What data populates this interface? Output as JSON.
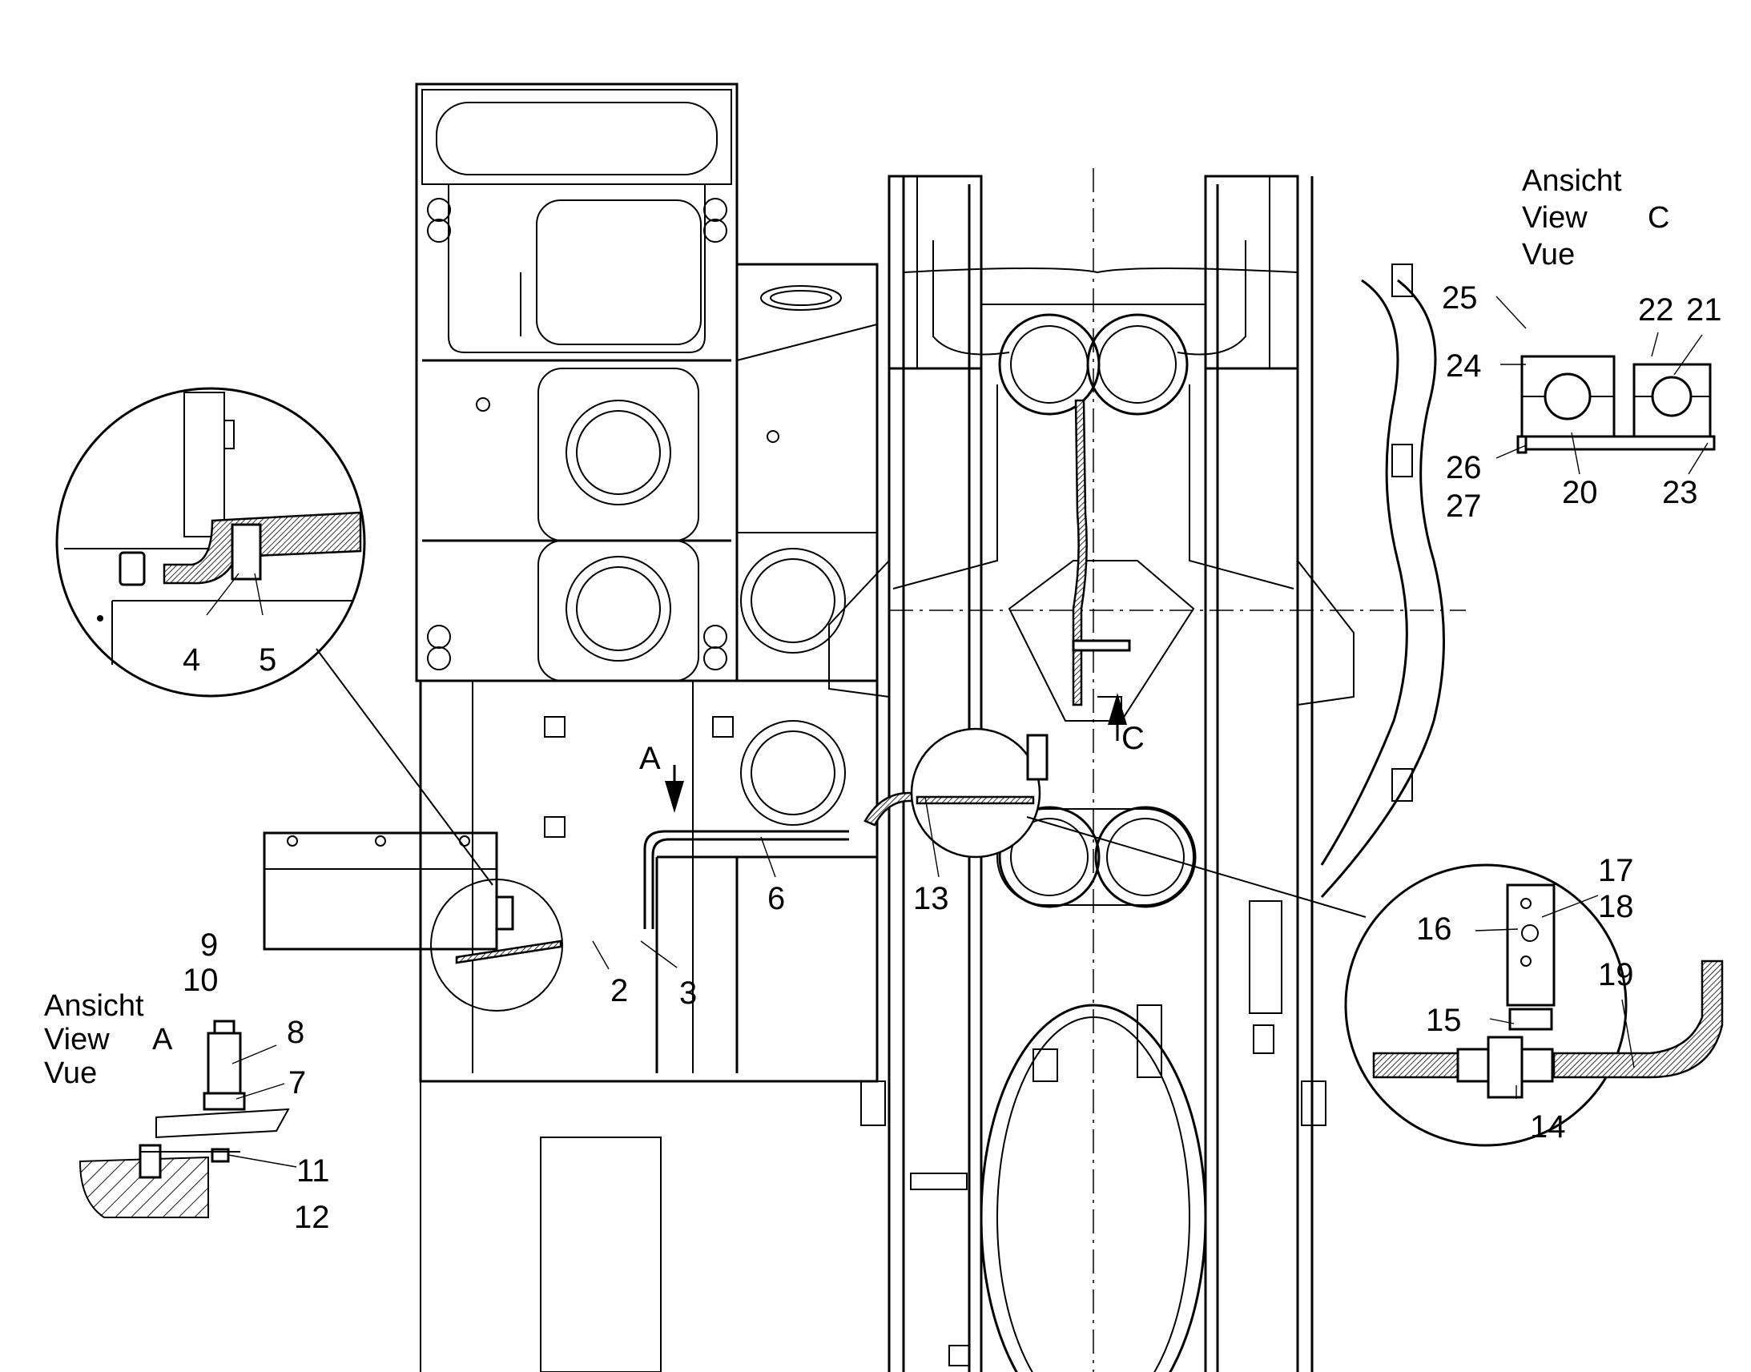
{
  "views": {
    "view_c": {
      "line1": "Ansicht",
      "line2": "View",
      "line3": "Vue",
      "letter": "C"
    },
    "view_a": {
      "line1": "Ansicht",
      "line2": "View",
      "line3": "Vue",
      "letter": "A"
    }
  },
  "arrows": {
    "a": "A",
    "c": "C"
  },
  "callouts": {
    "n2": "2",
    "n3": "3",
    "n4": "4",
    "n5": "5",
    "n6": "6",
    "n7": "7",
    "n8": "8",
    "n9": "9",
    "n10": "10",
    "n11": "11",
    "n12": "12",
    "n13": "13",
    "n14": "14",
    "n15": "15",
    "n16": "16",
    "n17": "17",
    "n18": "18",
    "n19": "19",
    "n20": "20",
    "n21": "21",
    "n22": "22",
    "n23": "23",
    "n24": "24",
    "n25": "25",
    "n26": "26",
    "n27": "27"
  }
}
